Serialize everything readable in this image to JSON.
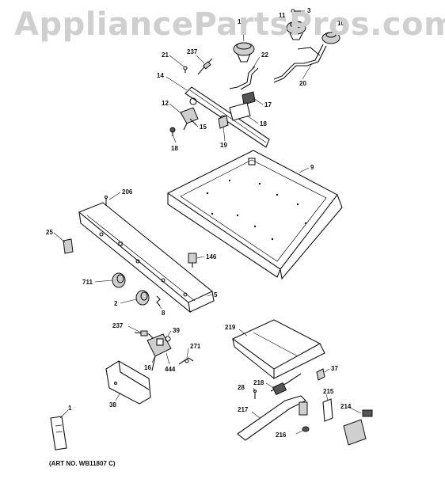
{
  "watermark": "AppliancePartsPros.com",
  "art_number": "(ART NO. WB11807 C)",
  "callouts": {
    "c3": "3",
    "c11": "11",
    "c13": "13",
    "c10": "10",
    "c21": "21",
    "c237a": "237",
    "c22": "22",
    "c20": "20",
    "c14": "14",
    "c17": "17",
    "c12": "12",
    "c15": "15",
    "c18a": "18",
    "c18b": "18",
    "c19": "19",
    "c9": "9",
    "c206": "206",
    "c25": "25",
    "c146": "146",
    "c711": "711",
    "c5": "5",
    "c2": "2",
    "c8": "8",
    "c237b": "237",
    "c39": "39",
    "c271": "271",
    "c16": "16",
    "c444": "444",
    "c38": "38",
    "c219": "219",
    "c37": "37",
    "c28": "28",
    "c218": "218",
    "c215": "215",
    "c217": "217",
    "c214": "214",
    "c216": "216",
    "c1": "1"
  }
}
